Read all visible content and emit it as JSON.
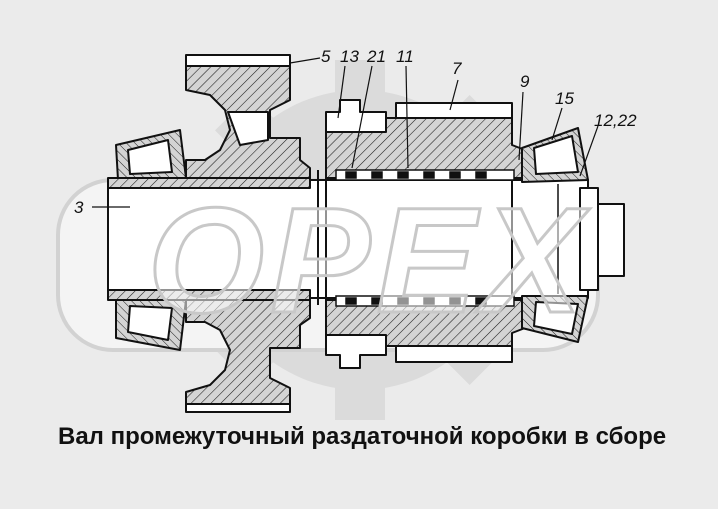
{
  "callouts": {
    "c5": "5",
    "c13": "13",
    "c21": "21",
    "c11": "11",
    "c7": "7",
    "c9": "9",
    "c15": "15",
    "c1222": "12,22",
    "c3": "3"
  },
  "watermark": {
    "text": "OPEX"
  },
  "caption": "Вал промежуточный раздаточной коробки в сборе"
}
